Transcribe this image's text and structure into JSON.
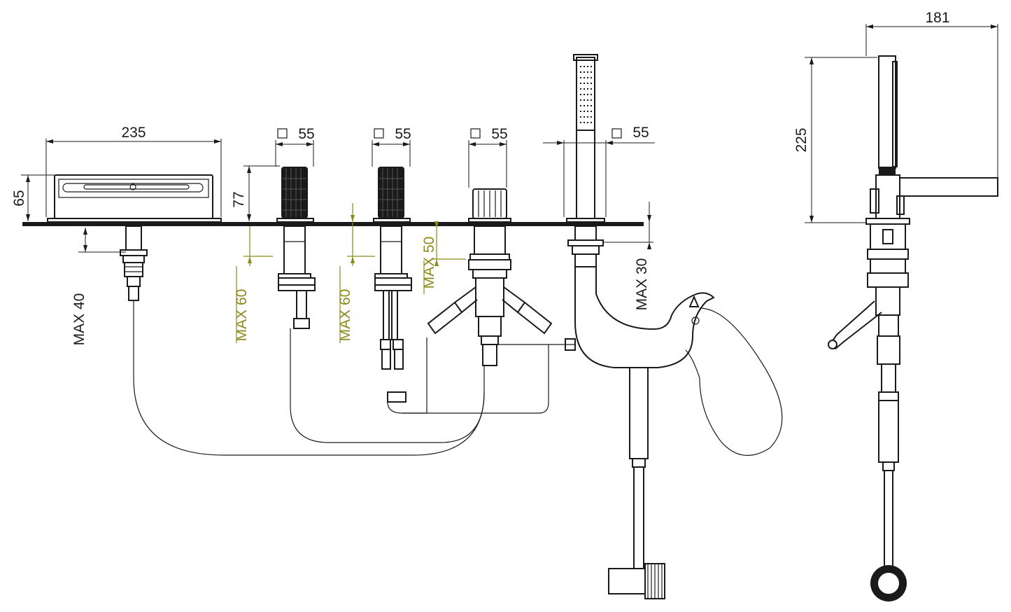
{
  "dimensions": {
    "spout_width": "235",
    "spout_height": "65",
    "handle1_size": "55",
    "handle2_size": "55",
    "diverter_size": "55",
    "shower_holder_size": "55",
    "handle_height": "77",
    "side_width": "181",
    "side_height": "225"
  },
  "limits": {
    "spout_max": "MAX  40",
    "handle1_max": "MAX 60",
    "handle2_max": "MAX 60",
    "diverter_max": "MAX 50",
    "holder_max": "MAX 30"
  },
  "colors": {
    "line": "#1a1a1a",
    "olive_dimension": "#8a8a1a"
  }
}
